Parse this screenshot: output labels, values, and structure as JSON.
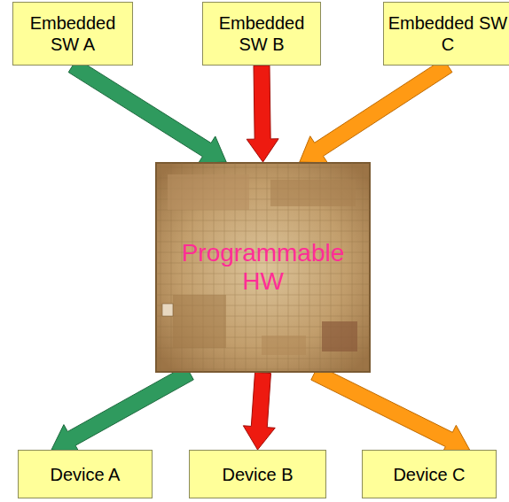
{
  "diagram": {
    "nodes": [
      {
        "text": [
          "Embedded SW A"
        ]
      },
      {
        "text": [
          "Embedded SW B"
        ]
      },
      {
        "text": [
          "Embedded SW C"
        ]
      },
      {
        "text": [
          "Programmable HW"
        ]
      },
      {
        "text": [
          "Device A"
        ]
      },
      {
        "text": [
          "Device B"
        ]
      },
      {
        "text": [
          "Device C"
        ]
      }
    ],
    "edges": [
      {
        "from": 0,
        "to": 3,
        "arrow": "to"
      },
      {
        "from": 1,
        "to": 3,
        "arrow": "to"
      },
      {
        "from": 2,
        "to": 3,
        "arrow": "to"
      },
      {
        "from": 3,
        "to": 4,
        "arrow": "to"
      },
      {
        "from": 3,
        "to": 5,
        "arrow": "to"
      },
      {
        "from": 3,
        "to": 6,
        "arrow": "to"
      }
    ]
  }
}
